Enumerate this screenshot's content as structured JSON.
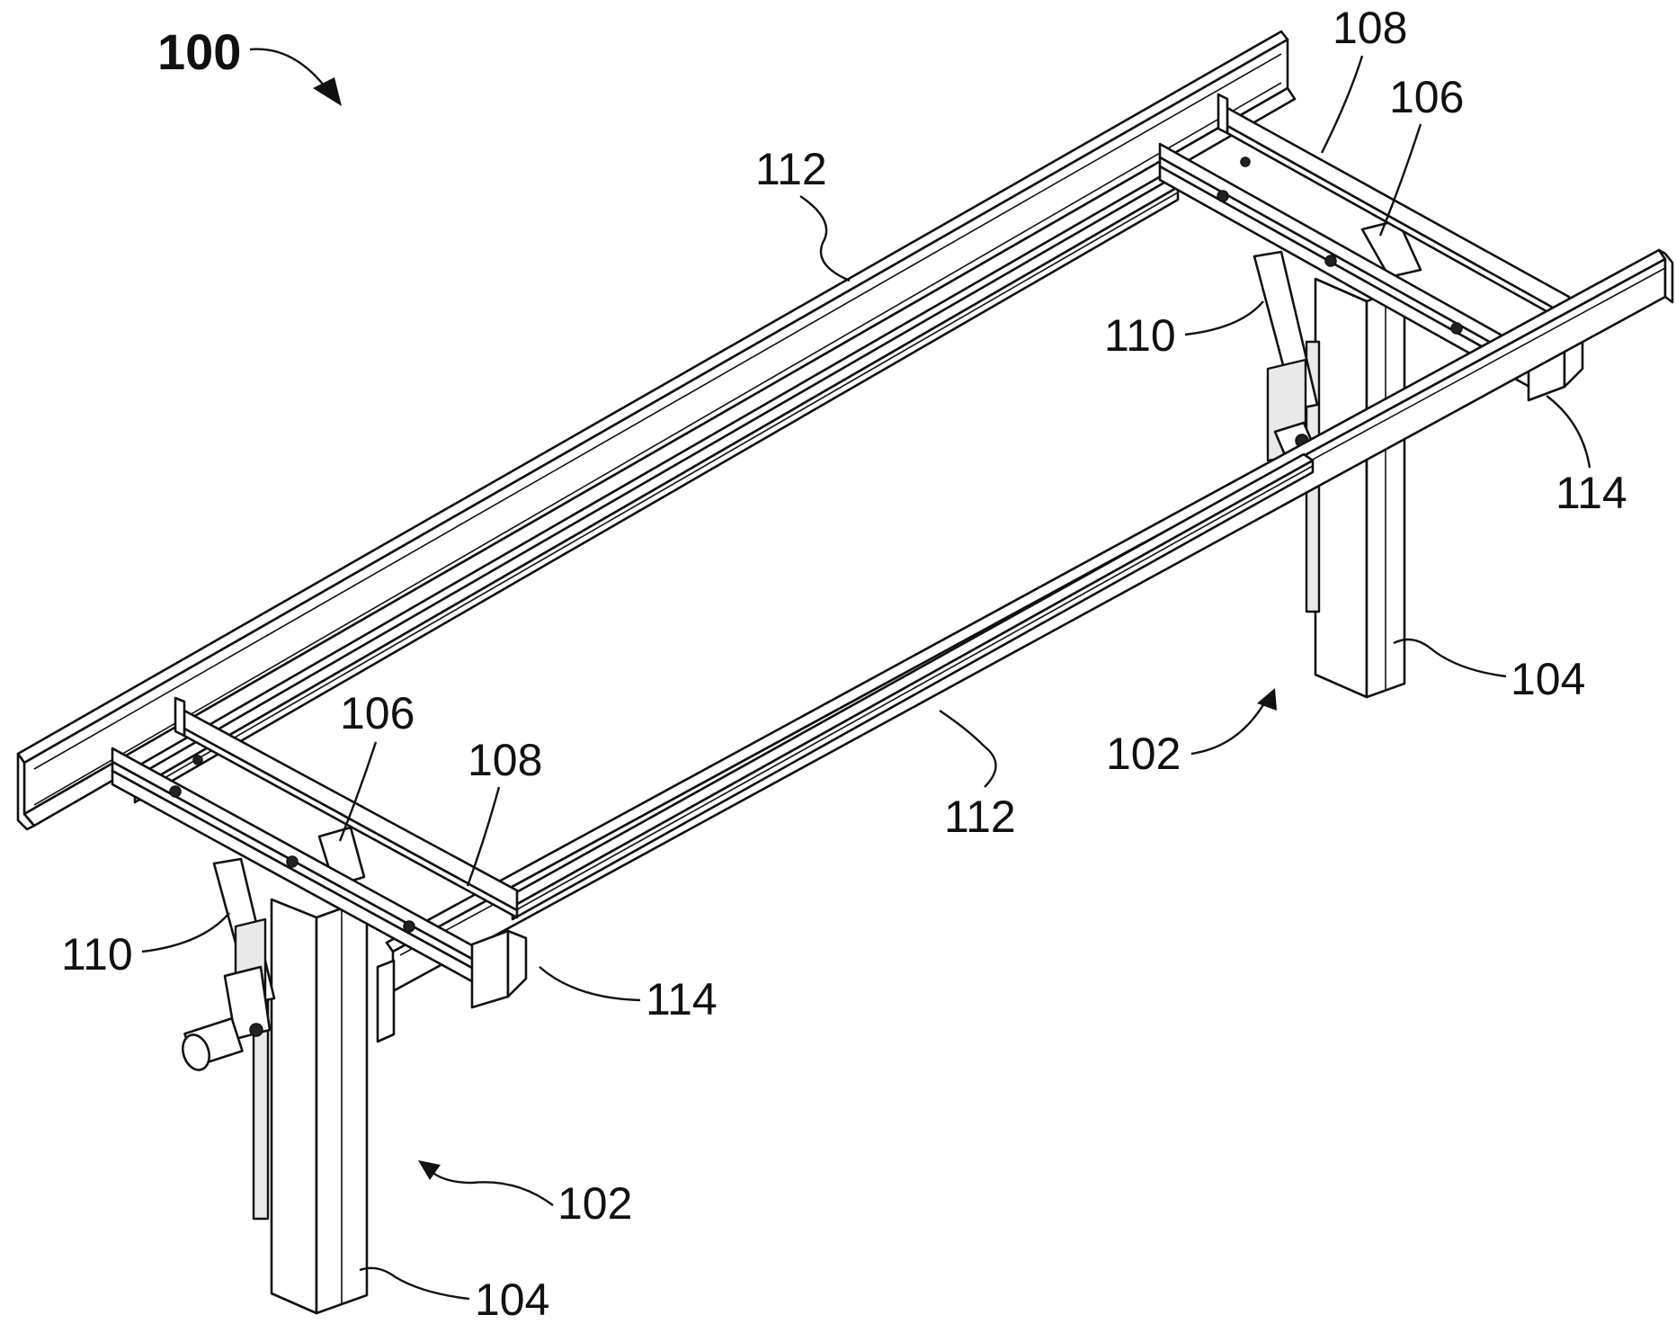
{
  "figure": {
    "main_reference": "100",
    "labels": {
      "rail_top": "112",
      "rail_front": "112",
      "crossbar_right": "108",
      "crossbar_left": "108",
      "brace_plate_right": "106",
      "brace_plate_left": "106",
      "brace_right": "110",
      "brace_left": "110",
      "bracket_right": "114",
      "bracket_left": "114",
      "leg_right": "104",
      "leg_left": "104",
      "assembly_right": "102",
      "assembly_left": "102"
    }
  }
}
